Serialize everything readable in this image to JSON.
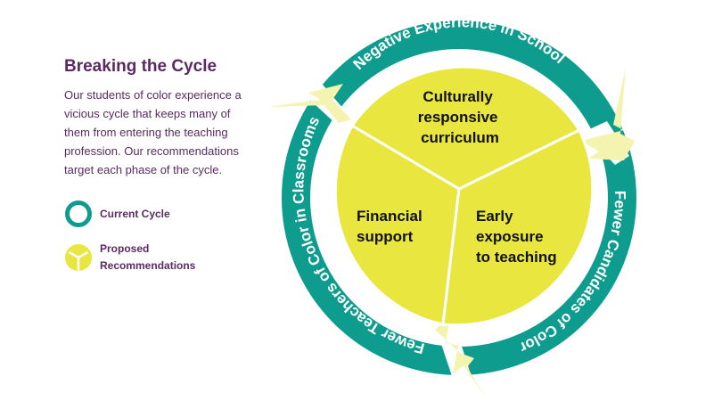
{
  "panel": {
    "title": "Breaking the Cycle",
    "description": "Our students of color experience a vicious cycle that keeps many of them from entering the teaching profession. Our recommendations target each phase of the cycle."
  },
  "legend": {
    "current": "Current Cycle",
    "proposed": "Proposed Recommendations"
  },
  "ring": {
    "top": "Negative Experience in School",
    "right": "Fewer Candidates of Color",
    "left": "Fewer Teachers of Color in Classrooms"
  },
  "segments": {
    "top": [
      "Culturally",
      "responsive",
      "curriculum"
    ],
    "left": [
      "Financial",
      "support"
    ],
    "right": [
      "Early",
      "exposure",
      "to teaching"
    ]
  },
  "colors": {
    "teal": "#0e9c8f",
    "yellow": "#e9e63f",
    "pale_yellow": "#f4f3b0",
    "purple": "#5a2a63"
  }
}
